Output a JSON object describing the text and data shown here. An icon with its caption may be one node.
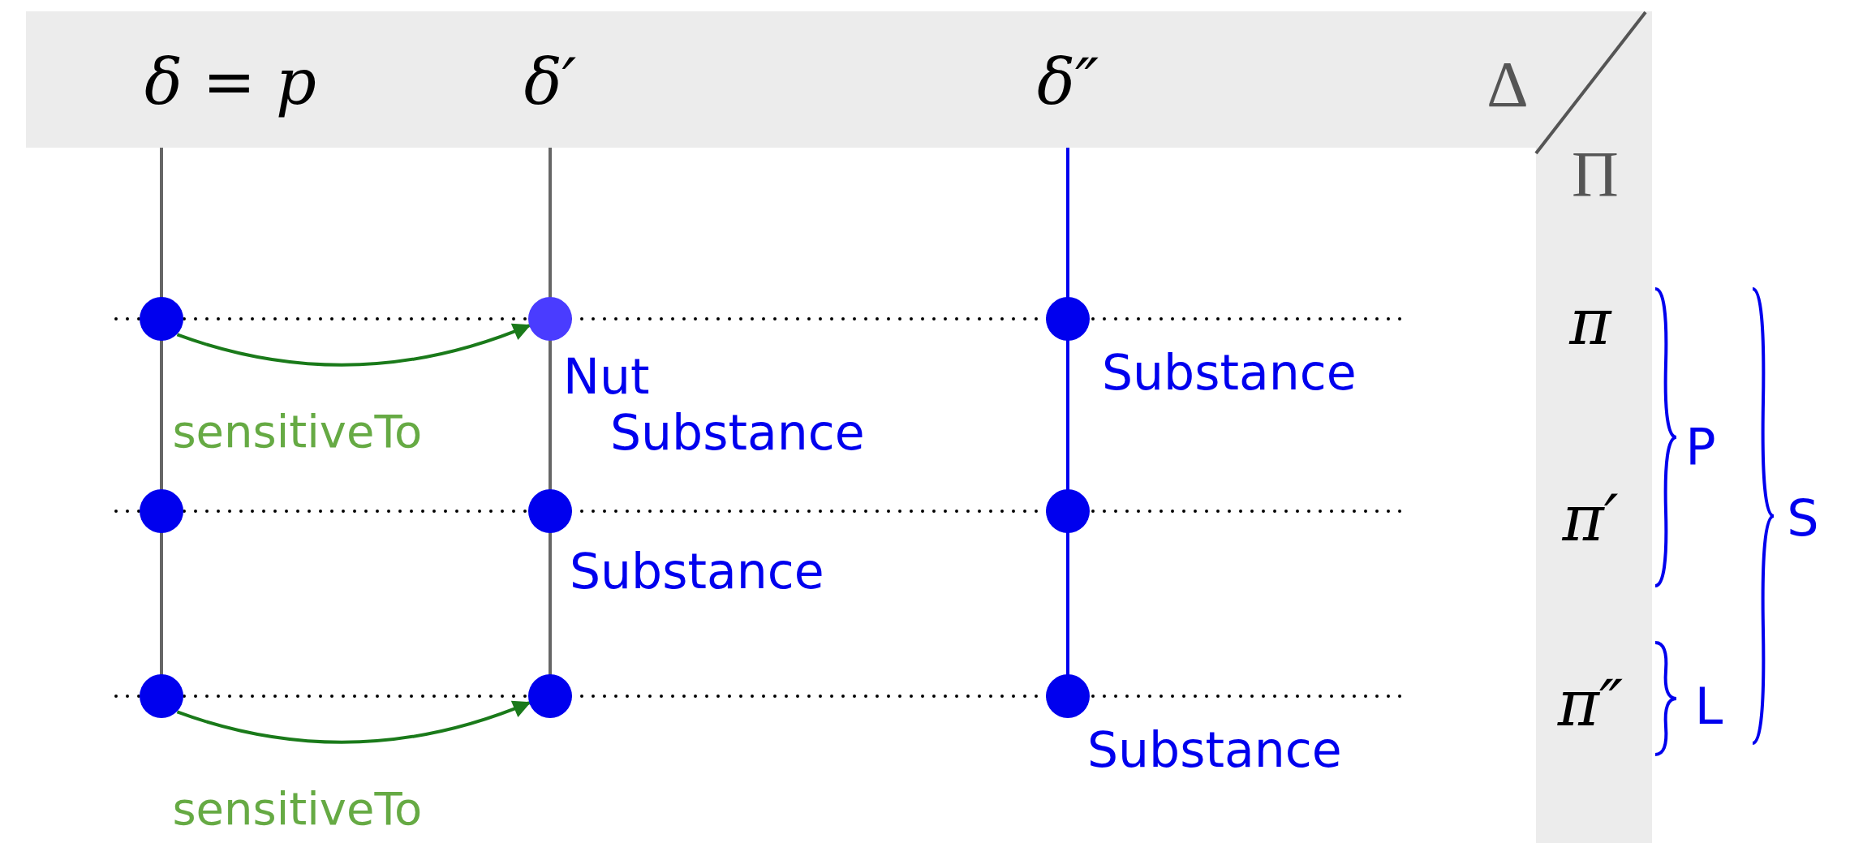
{
  "diagram": {
    "nodes": [
      {
        "text": [],
        "shape": "circle"
      },
      {
        "text": [],
        "shape": "circle",
        "beside": [
          "Nut Substance"
        ]
      },
      {
        "text": [],
        "shape": "circle",
        "beside": [
          "Substance"
        ]
      },
      {
        "text": [],
        "shape": "circle"
      },
      {
        "text": [],
        "shape": "circle",
        "beside": [
          "Substance"
        ]
      },
      {
        "text": [],
        "shape": "circle"
      },
      {
        "text": [],
        "shape": "circle"
      },
      {
        "text": [],
        "shape": "circle"
      },
      {
        "text": [],
        "shape": "circle",
        "beside": [
          "Substance"
        ]
      }
    ],
    "edges": [
      {
        "from": 0,
        "to": 1,
        "arrow": "to",
        "label": "sensitiveTo"
      },
      {
        "from": 6,
        "to": 7,
        "arrow": "to",
        "label": "sensitiveTo"
      }
    ],
    "labels": [
      "δ = p",
      "δ′",
      "δ″",
      "Δ",
      "Π",
      "π",
      "P",
      "π′",
      "S",
      "π″",
      "L"
    ]
  }
}
